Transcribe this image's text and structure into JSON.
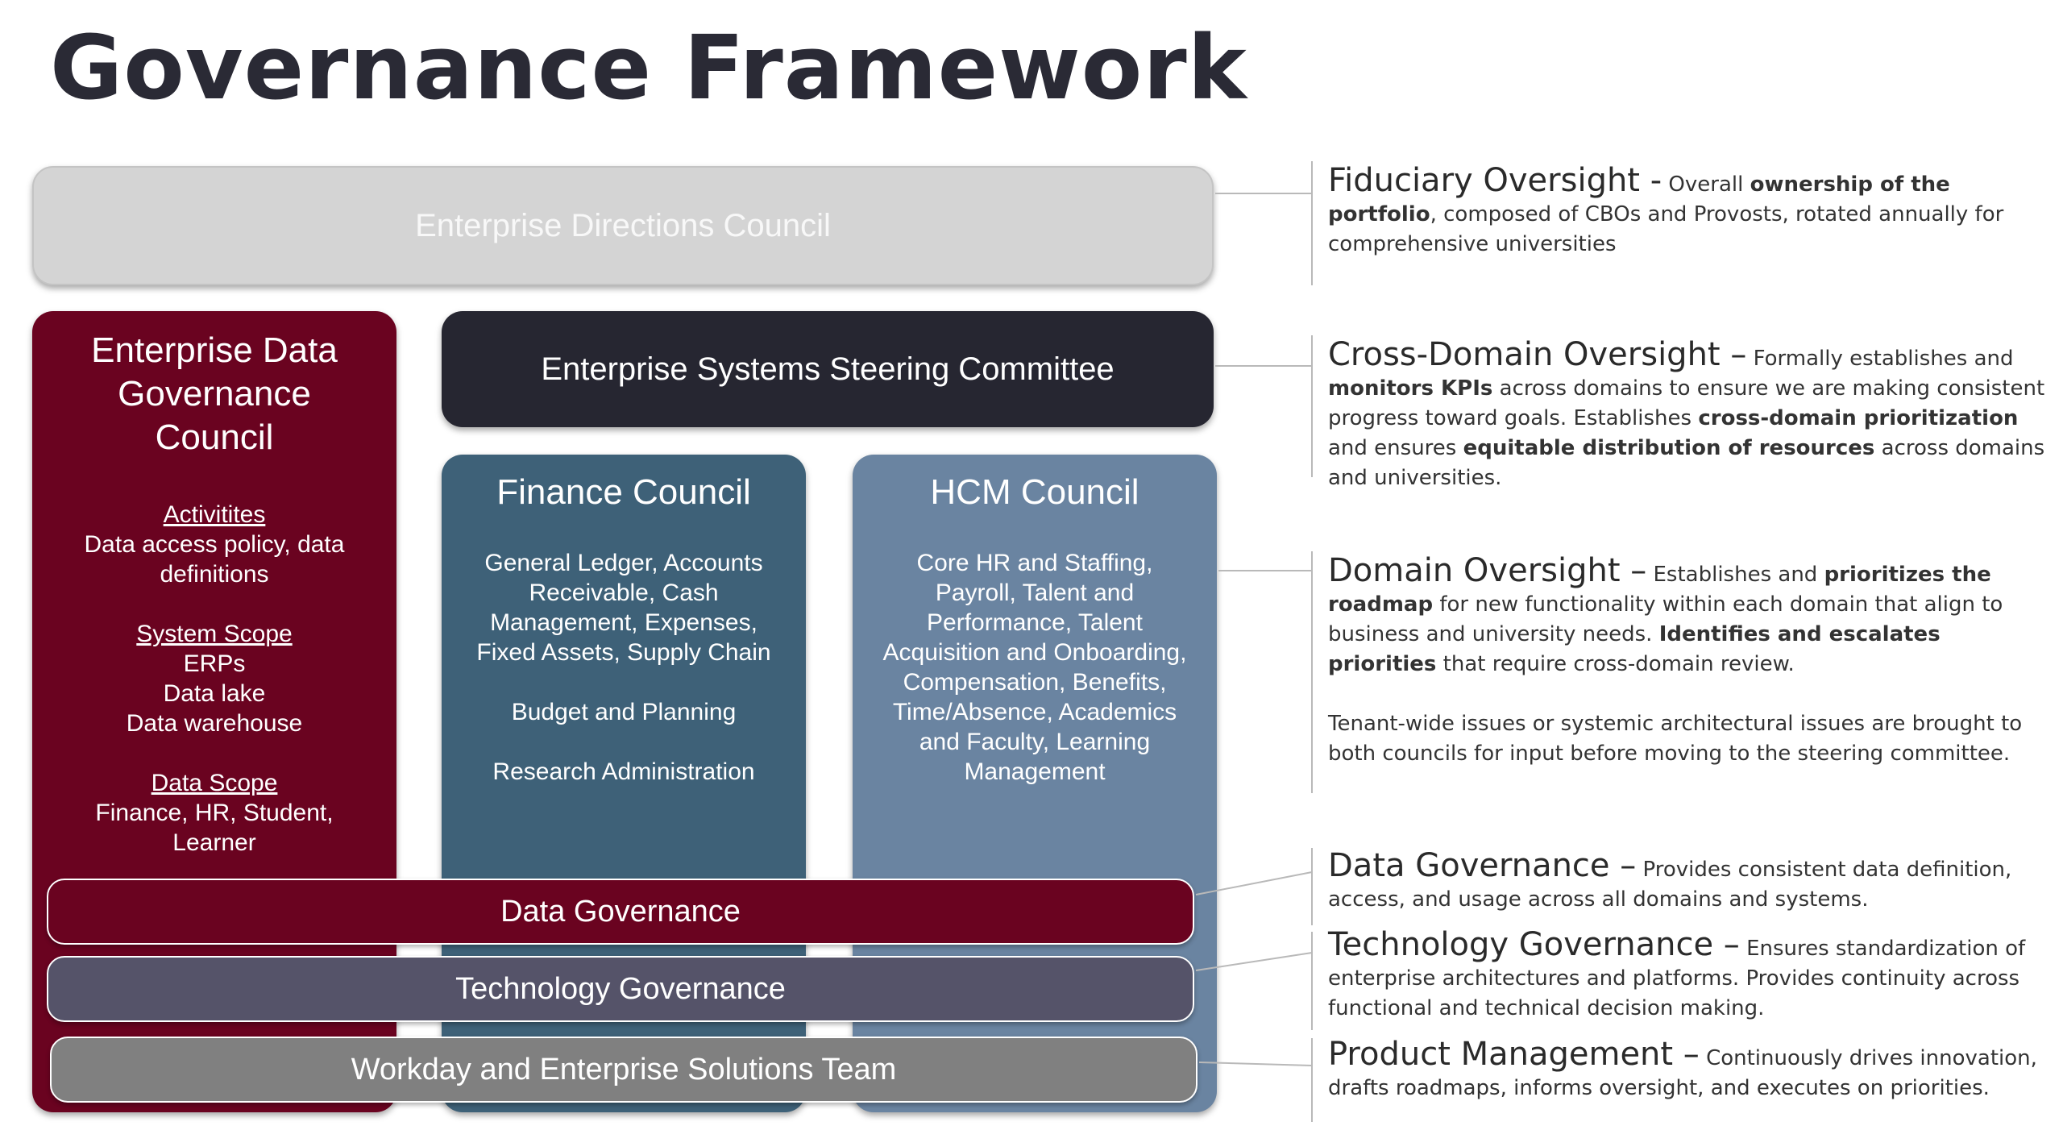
{
  "title": "Governance Framework",
  "colors": {
    "maroon": "#6a0320",
    "dark_navy": "#262631",
    "finance_blue": "#3e6178",
    "hcm_blue": "#6a84a1",
    "light_gray": "#d4d4d4",
    "slate": "#555369",
    "gray": "#808080"
  },
  "enterprise_directions_council": "Enterprise Directions Council",
  "enterprise_systems_steering_committee": "Enterprise Systems Steering Committee",
  "edgc": {
    "title_lines": [
      "Enterprise Data",
      "Governance",
      "Council"
    ],
    "activities_label": "Activitites",
    "activities_lines": [
      "Data access policy, data",
      "definitions"
    ],
    "system_scope_label": "System Scope",
    "system_scope_lines": [
      "ERPs",
      "Data lake",
      "Data warehouse"
    ],
    "data_scope_label": "Data Scope",
    "data_scope_lines": [
      "Finance, HR, Student,",
      "Learner"
    ]
  },
  "finance_council": {
    "title": "Finance Council",
    "lines": [
      "General Ledger, Accounts",
      "Receivable, Cash",
      "Management, Expenses,",
      "Fixed Assets, Supply Chain"
    ],
    "line2": "Budget and Planning",
    "line3": "Research Administration"
  },
  "hcm_council": {
    "title": "HCM Council",
    "lines": [
      "Core HR and Staffing,",
      "Payroll, Talent and",
      "Performance, Talent",
      "Acquisition and Onboarding,",
      "Compensation, Benefits,",
      "Time/Absence, Academics",
      "and Faculty, Learning",
      "Management"
    ]
  },
  "bands": {
    "data_governance": "Data Governance",
    "technology_governance": "Technology Governance",
    "workday_team": "Workday and Enterprise Solutions Team"
  },
  "descriptions": {
    "fiduciary": {
      "heading": "Fiduciary Oversight -",
      "t1": " Overall ",
      "b1": "ownership of the portfolio",
      "t2": ", composed of CBOs and Provosts, rotated annually for comprehensive universities"
    },
    "cross_domain": {
      "heading": "Cross-Domain Oversight –",
      "t1": " Formally establishes and ",
      "b1": "monitors KPIs",
      "t2": " across domains to ensure we are making consistent progress toward goals.  Establishes ",
      "b2": "cross-domain prioritization",
      "t3": " and ensures ",
      "b3": "equitable distribution of resources",
      "t4": " across domains and universities."
    },
    "domain": {
      "heading": "Domain Oversight –",
      "t1": " Establishes and ",
      "b1": "prioritizes the roadmap",
      "t2": " for new functionality within each domain that align to business and university needs.  ",
      "b2": "Identifies and escalates priorities",
      "t3": " that require cross-domain review.",
      "p2": "Tenant-wide issues or systemic architectural issues are brought to both councils for input before moving to the steering committee."
    },
    "data_gov": {
      "heading": "Data Governance –",
      "t1": " Provides consistent data definition, access, and usage across all domains and systems."
    },
    "tech_gov": {
      "heading": "Technology Governance –",
      "t1": " Ensures standardization of enterprise architectures and platforms. Provides continuity across functional and technical decision making."
    },
    "product": {
      "heading": "Product Management  –",
      "t1": " Continuously drives innovation, drafts roadmaps, informs oversight, and executes on priorities."
    }
  }
}
